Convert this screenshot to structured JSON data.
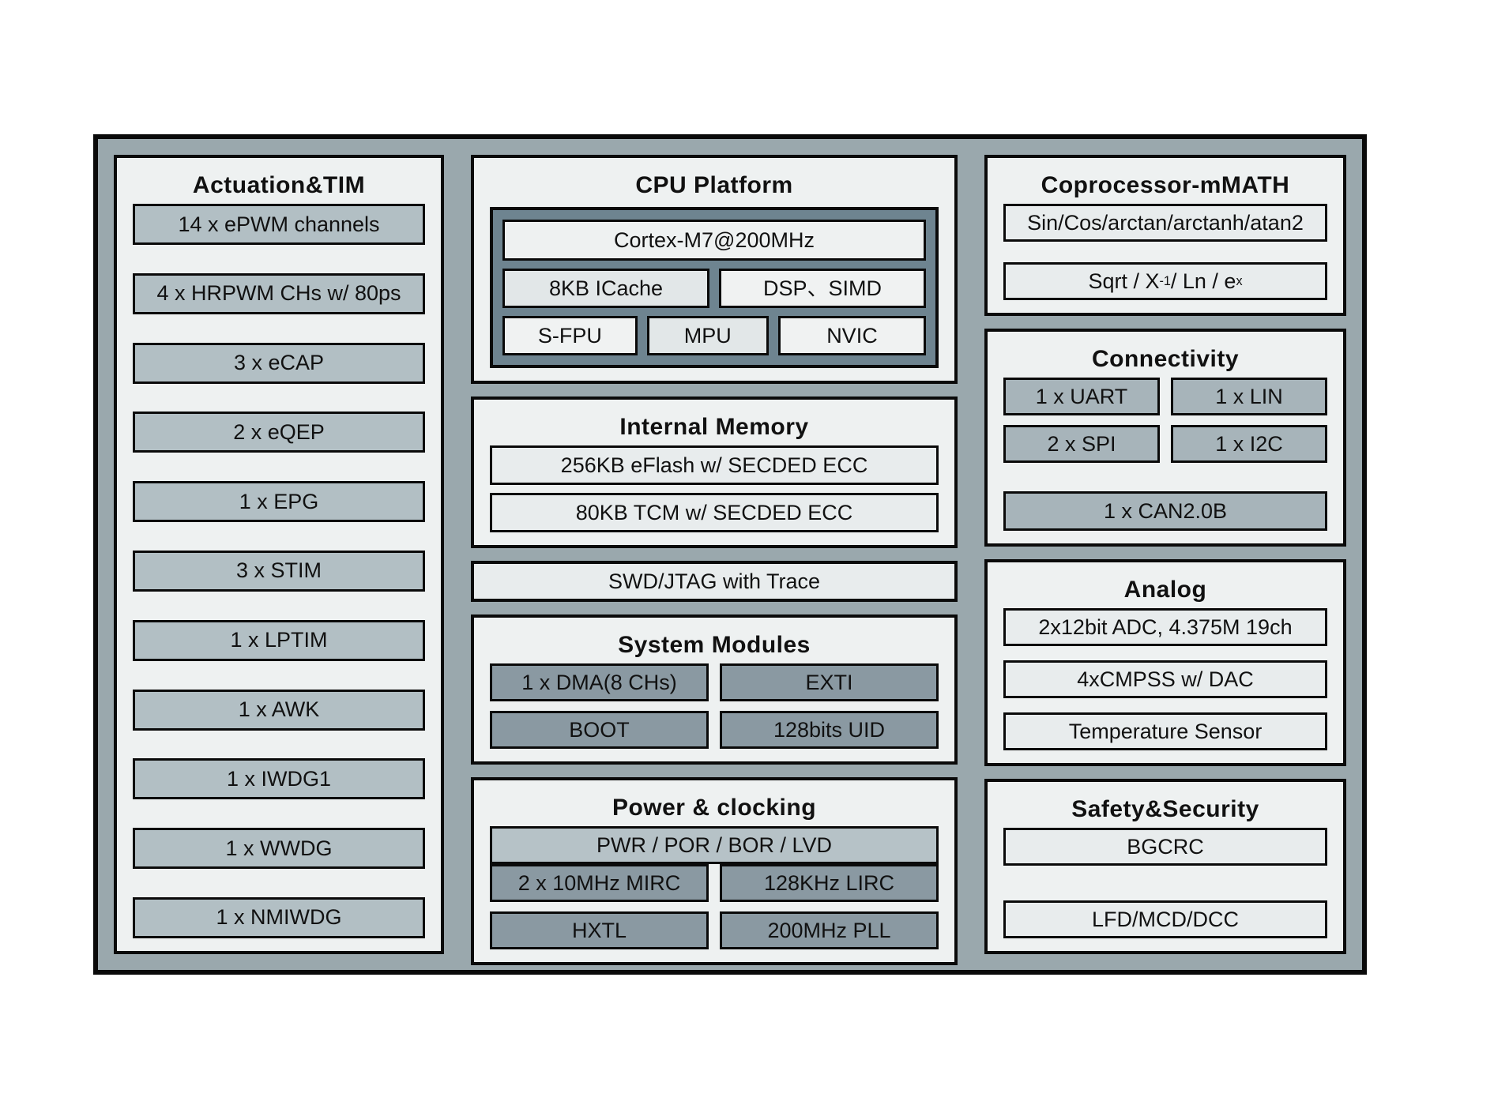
{
  "diagram": {
    "left": {
      "title": "Actuation&TIM",
      "items": [
        "14 x ePWM channels",
        "4 x HRPWM CHs w/ 80ps",
        "3 x eCAP",
        "2 x eQEP",
        "1 x EPG",
        "3 x STIM",
        "1 x LPTIM",
        "1 x AWK",
        "1 x IWDG1",
        "1 x WWDG",
        "1 x NMIWDG"
      ]
    },
    "cpu": {
      "title": "CPU Platform",
      "core": "Cortex-M7@200MHz",
      "row2": [
        "8KB ICache",
        "DSP、SIMD"
      ],
      "row3": [
        "S-FPU",
        "MPU",
        "NVIC"
      ]
    },
    "memory": {
      "title": "Internal Memory",
      "items": [
        "256KB eFlash w/ SECDED ECC",
        "80KB TCM w/ SECDED ECC"
      ]
    },
    "debug": "SWD/JTAG with Trace",
    "system": {
      "title": "System Modules",
      "items": [
        "1 x DMA(8 CHs)",
        "EXTI",
        "BOOT",
        "128bits UID"
      ]
    },
    "power": {
      "title": "Power & clocking",
      "bar": "PWR / POR / BOR / LVD",
      "items": [
        "2 x 10MHz MIRC",
        "128KHz LIRC",
        "HXTL",
        "200MHz PLL"
      ]
    },
    "coproc": {
      "title": "Coprocessor-mMATH",
      "trig": "Sin/Cos/arctan/arctanh/atan2",
      "alg_rich": [
        {
          "t": "Sqrt / X"
        },
        {
          "t": "-1",
          "sup": true
        },
        {
          "t": " / Ln / e"
        },
        {
          "t": "x",
          "sup": true
        }
      ]
    },
    "connectivity": {
      "title": "Connectivity",
      "grid": [
        "1 x UART",
        "1 x LIN",
        "2 x SPI",
        "1 x I2C"
      ],
      "wide": "1 x CAN2.0B"
    },
    "analog": {
      "title": "Analog",
      "items": [
        "2x12bit ADC, 4.375M 19ch",
        "4xCMPSS w/ DAC",
        "Temperature Sensor"
      ]
    },
    "safety": {
      "title": "Safety&Security",
      "items": [
        "BGCRC",
        "LFD/MCD/DCC"
      ]
    }
  },
  "colors": {
    "outer-bg": "#9aa8ad",
    "panel-bg": "#eef1f1",
    "box-light": "#e8eced",
    "box-mid": "#b2bfc4",
    "box-conn": "#a7b4ba",
    "box-dark": "#8a99a2",
    "box-pwr-bar": "#b6c2c7",
    "cpu-cluster-bg": "#6e8490",
    "cpu-box-a": "#f0f2f2",
    "cpu-box-b": "#e2e7e8",
    "line": "#0a0a0a",
    "text": "#111111",
    "page-bg": "#ffffff"
  }
}
